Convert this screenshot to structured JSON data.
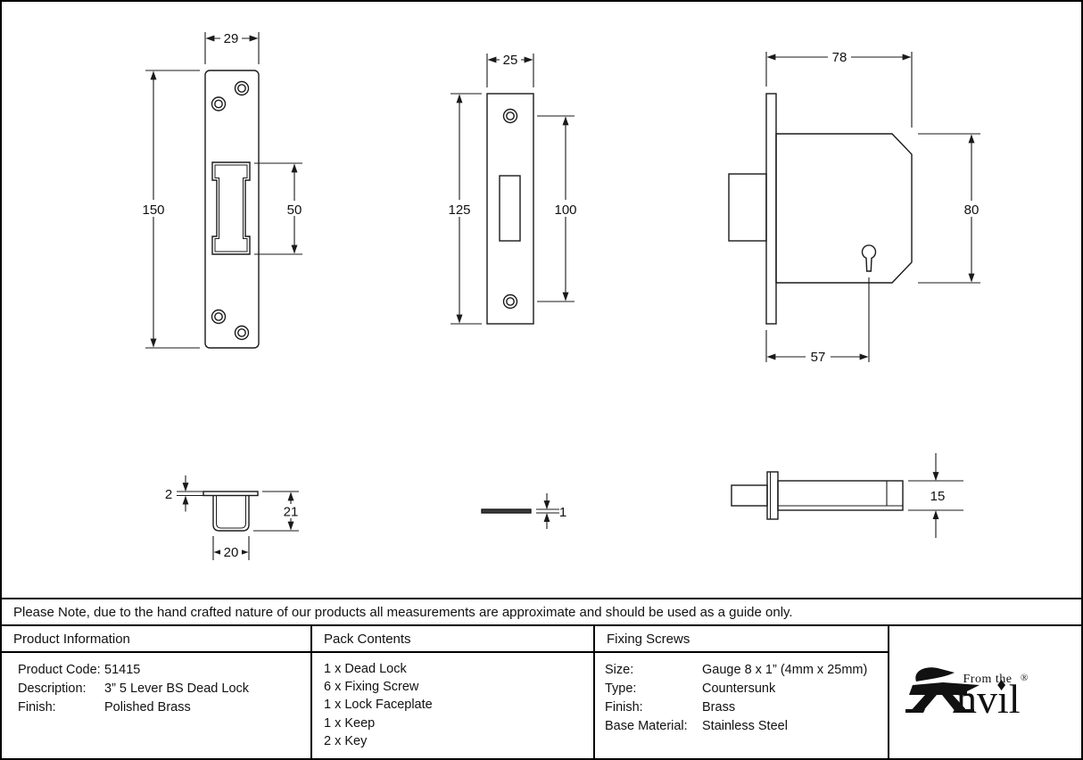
{
  "note": "Please Note, due to the hand crafted nature of our products all measurements are approximate and should be used as a guide only.",
  "drawings": {
    "keep_front": {
      "width_mm": "29",
      "height_mm": "150",
      "slot_height_mm": "50"
    },
    "faceplate_front": {
      "width_mm": "25",
      "height_mm": "125",
      "hole_spacing_mm": "100"
    },
    "lock_body_side": {
      "depth_mm": "78",
      "height_mm": "80",
      "backset_mm": "57"
    },
    "keep_profile": {
      "lip_thickness_mm": "2",
      "depth_mm": "21",
      "width_mm": "20"
    },
    "faceplate_edge": {
      "thickness_mm": "1"
    },
    "lock_body_top": {
      "thickness_mm": "15"
    }
  },
  "table": {
    "product_information": {
      "title": "Product Information",
      "rows": [
        {
          "label": "Product Code:",
          "value": "51415"
        },
        {
          "label": "Description:",
          "value": "3” 5 Lever BS Dead Lock"
        },
        {
          "label": "Finish:",
          "value": "Polished Brass"
        }
      ]
    },
    "pack_contents": {
      "title": "Pack Contents",
      "items": [
        "1 x Dead Lock",
        "6 x Fixing Screw",
        "1 x Lock Faceplate",
        "1 x Keep",
        "2 x Key"
      ]
    },
    "fixing_screws": {
      "title": "Fixing Screws",
      "rows": [
        {
          "label": "Size:",
          "value": "Gauge 8 x 1” (4mm x 25mm)"
        },
        {
          "label": "Type:",
          "value": "Countersunk"
        },
        {
          "label": "Finish:",
          "value": "Brass"
        },
        {
          "label": "Base Material:",
          "value": "Stainless Steel"
        }
      ]
    }
  },
  "logo": {
    "tagline": "From the",
    "wordmark": "nvıl",
    "registered": "®"
  },
  "colors": {
    "line": "#1a1a1a",
    "border": "#000000",
    "background": "#ffffff"
  }
}
